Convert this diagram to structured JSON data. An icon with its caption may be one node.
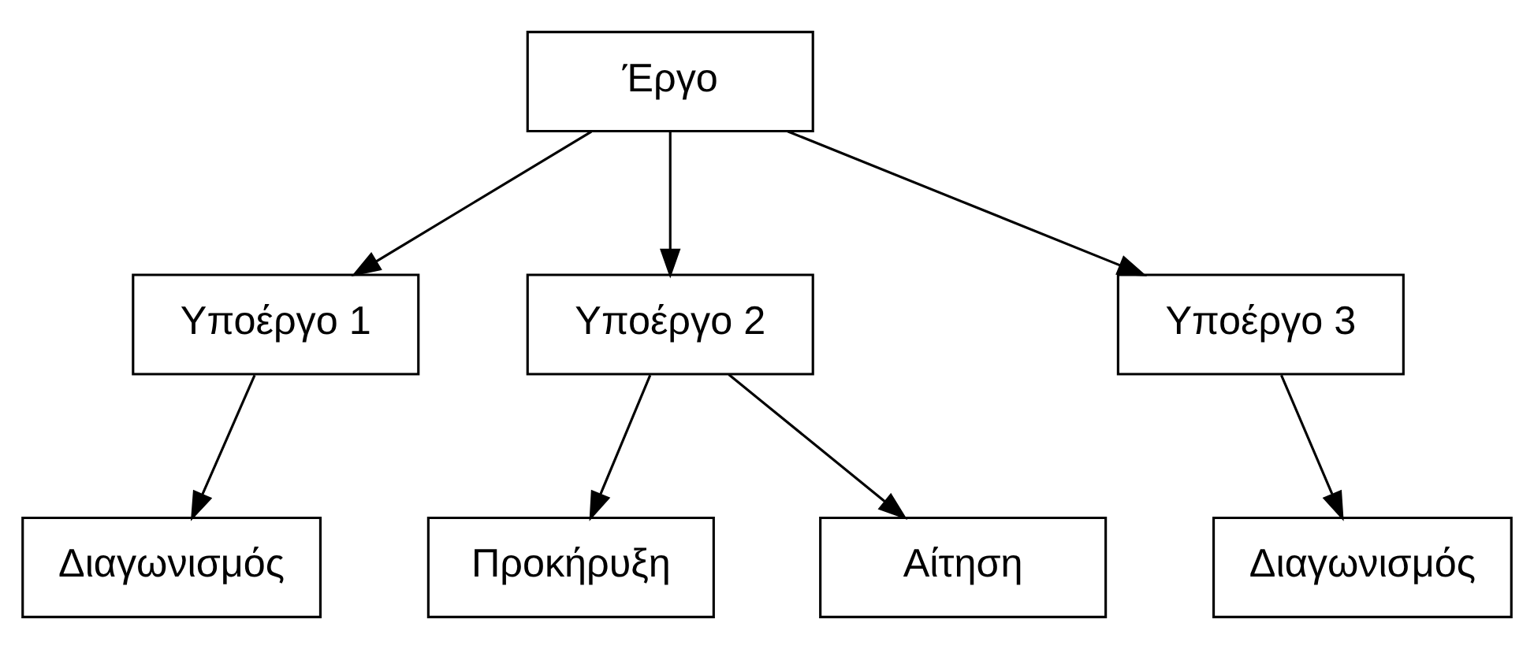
{
  "diagram": {
    "nodes": [
      {
        "text": [
          "Έργο"
        ]
      },
      {
        "text": [
          "Υποέργο 1"
        ]
      },
      {
        "text": [
          "Υποέργο 2"
        ]
      },
      {
        "text": [
          "Υποέργο 3"
        ]
      },
      {
        "text": [
          "Διαγωνισμός"
        ]
      },
      {
        "text": [
          "Προκήρυξη"
        ]
      },
      {
        "text": [
          "Αίτηση"
        ]
      },
      {
        "text": [
          "Διαγωνισμός"
        ]
      }
    ],
    "edges": [
      {
        "from": 0,
        "to": 1,
        "arrow": "to"
      },
      {
        "from": 0,
        "to": 2,
        "arrow": "to"
      },
      {
        "from": 0,
        "to": 3,
        "arrow": "to"
      },
      {
        "from": 1,
        "to": 4,
        "arrow": "to"
      },
      {
        "from": 2,
        "to": 5,
        "arrow": "to"
      },
      {
        "from": 2,
        "to": 6,
        "arrow": "to"
      },
      {
        "from": 3,
        "to": 7,
        "arrow": "to"
      }
    ]
  }
}
